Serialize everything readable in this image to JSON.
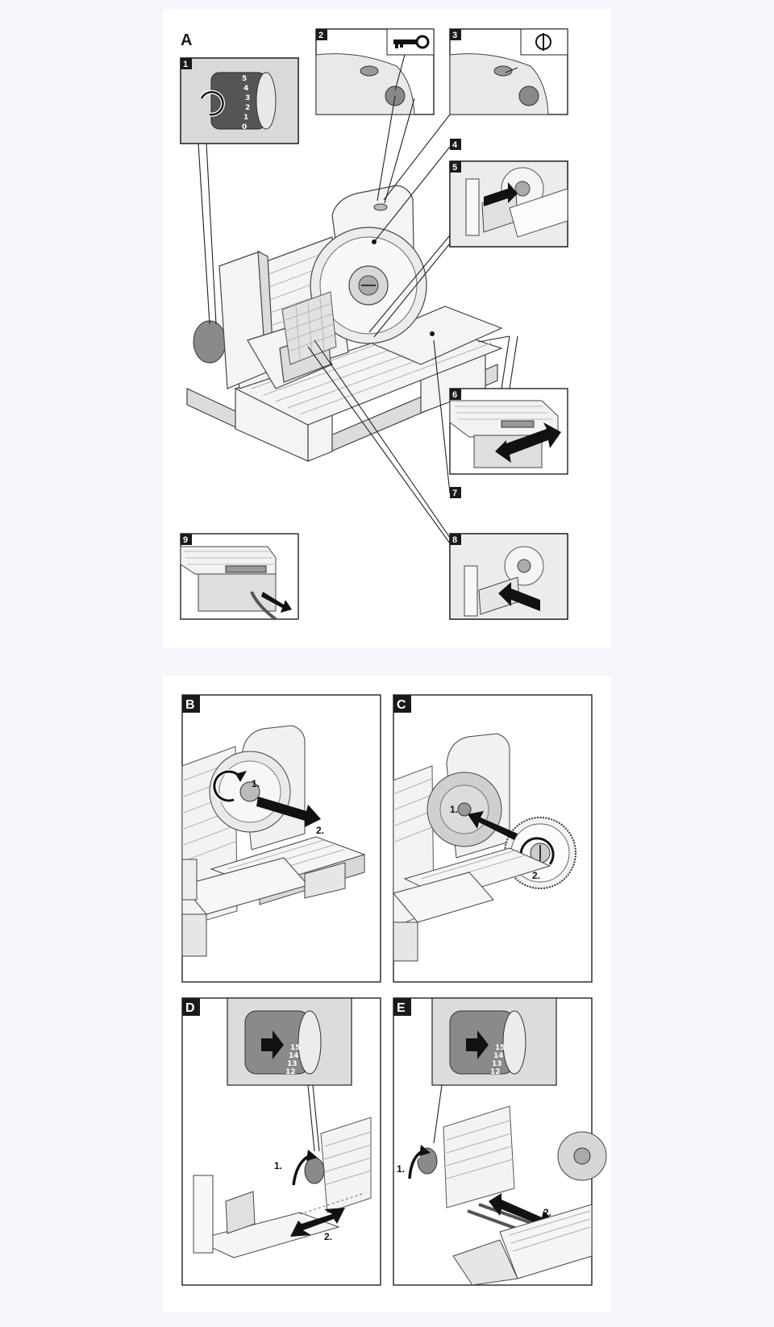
{
  "figure_a": {
    "label": "A",
    "callouts": [
      {
        "number": "1"
      },
      {
        "number": "2"
      },
      {
        "number": "3"
      },
      {
        "number": "4"
      },
      {
        "number": "5"
      },
      {
        "number": "6"
      },
      {
        "number": "7"
      },
      {
        "number": "8"
      },
      {
        "number": "9"
      }
    ],
    "dial_numbers": [
      "5",
      "4",
      "3",
      "2",
      "1",
      "0"
    ],
    "icons": [
      "key-icon",
      "power-switch-icon"
    ]
  },
  "figure_b": {
    "label": "B",
    "steps": [
      "1.",
      "2."
    ]
  },
  "figure_c": {
    "label": "C",
    "steps": [
      "1.",
      "2."
    ]
  },
  "figure_d": {
    "label": "D",
    "steps": [
      "1.",
      "2."
    ],
    "dial_numbers": [
      "15",
      "14",
      "13",
      "12"
    ]
  },
  "figure_e": {
    "label": "E",
    "steps": [
      "1.",
      "2."
    ],
    "dial_numbers": [
      "15",
      "14",
      "13",
      "12"
    ]
  },
  "colors": {
    "background": "#f5f5fb",
    "sheet": "#ffffff",
    "ink": "#222222",
    "tag": "#1a1a1a"
  }
}
